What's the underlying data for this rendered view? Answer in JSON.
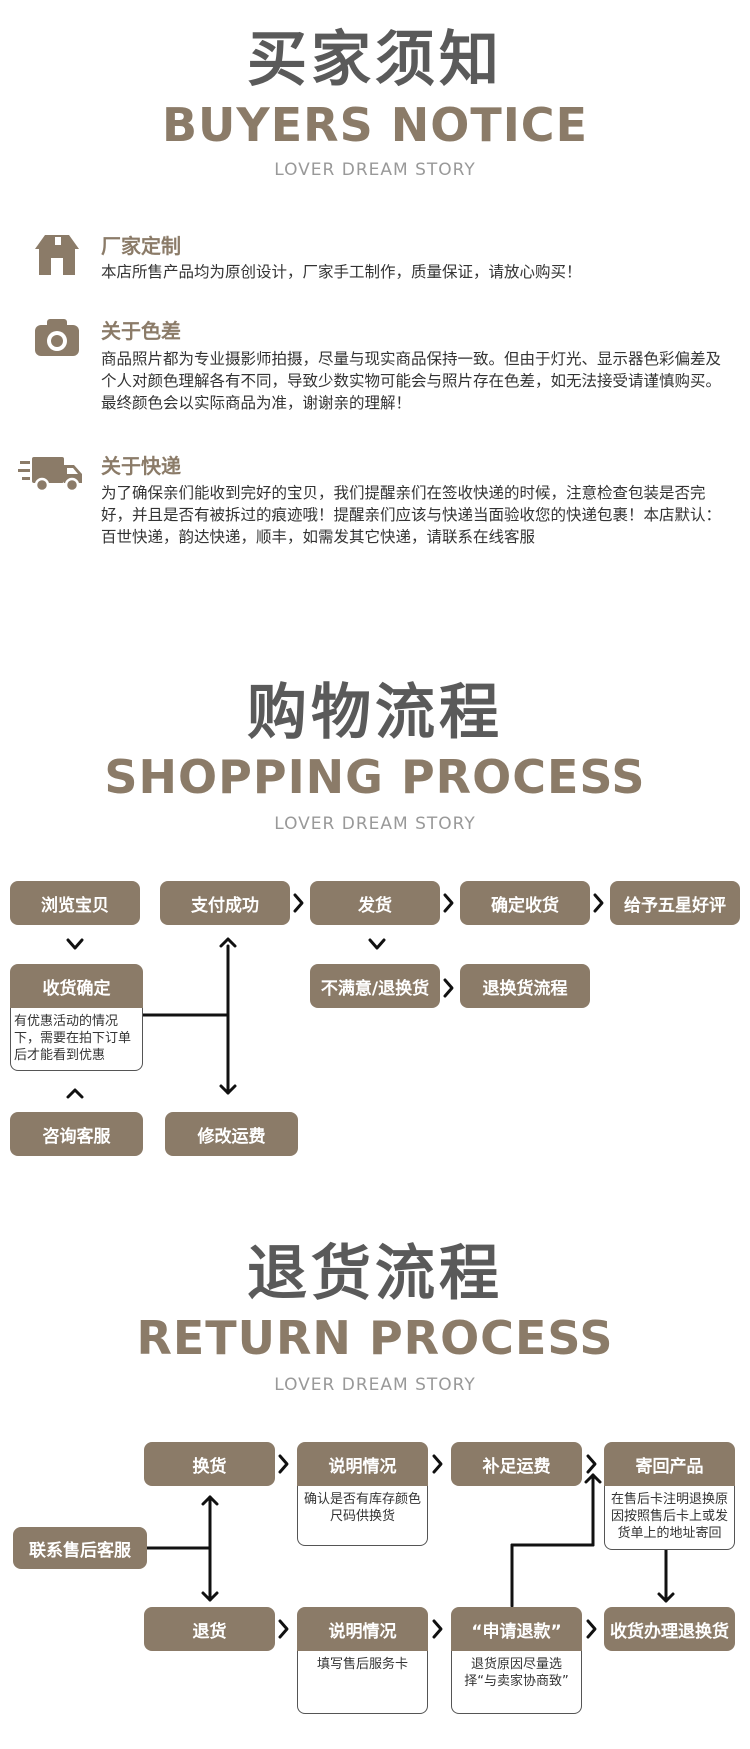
{
  "notice": {
    "title_cn": "买家须知",
    "title_en": "BUYERS NOTICE",
    "subtitle": "LOVER DREAM STORY",
    "items": [
      {
        "icon": "factory-icon",
        "heading": "厂家定制",
        "text": "本店所售产品均为原创设计，厂家手工制作，质量保证，请放心购买！"
      },
      {
        "icon": "camera-icon",
        "heading": "关于色差",
        "text": "商品照片都为专业摄影师拍摄，尽量与现实商品保持一致。但由于灯光、显示器色彩偏差及个人对颜色理解各有不同，导致少数实物可能会与照片存在色差，如无法接受请谨慎购买。最终颜色会以实际商品为准，谢谢亲的理解！"
      },
      {
        "icon": "delivery-truck-icon",
        "heading": "关于快递",
        "text": "为了确保亲们能收到完好的宝贝，我们提醒亲们在签收快递的时候，注意检查包装是否完好，并且是否有被拆过的痕迹哦！提醒亲们应该与快递当面验收您的快递包裹！本店默认：百世快递，韵达快递，顺丰，如需发其它快递，请联系在线客服"
      }
    ]
  },
  "shopping": {
    "title_cn": "购物流程",
    "title_en": "SHOPPING PROCESS",
    "subtitle": "LOVER DREAM STORY",
    "steps": [
      "浏览宝贝",
      "支付成功",
      "发货",
      "确定收货",
      "给予五星好评"
    ],
    "confirm": "收货确定",
    "confirm_note": "有优惠活动的情况下，需要在拍下订单后才能看到优惠",
    "unsatisfied": "不满意/退换货",
    "exchange_flow": "退换货流程",
    "consult": "咨询客服",
    "modify": "修改运费"
  },
  "returns": {
    "title_cn": "退货流程",
    "title_en": "RETURN PROCESS",
    "subtitle": "LOVER DREAM STORY",
    "contact": "联系售后客服",
    "exchange": "换货",
    "explain1": "说明情况",
    "explain1_note": "确认是否有库存颜色尺码供换货",
    "add_shipping": "补足运费",
    "send_back": "寄回产品",
    "send_back_note": "在售后卡注明退换原因按照售后卡上或发货单上的地址寄回",
    "return_goods": "退货",
    "explain2": "说明情况",
    "explain2_note": "填写售后服务卡",
    "refund": "“申请退款”",
    "refund_note": "退货原因尽量选择“与卖家协商致”",
    "receive_refund": "收货办理退换货"
  },
  "colors": {
    "accent": "#8b7b68",
    "title_gray": "#5a5a5a",
    "subtitle_gray": "#999999"
  }
}
